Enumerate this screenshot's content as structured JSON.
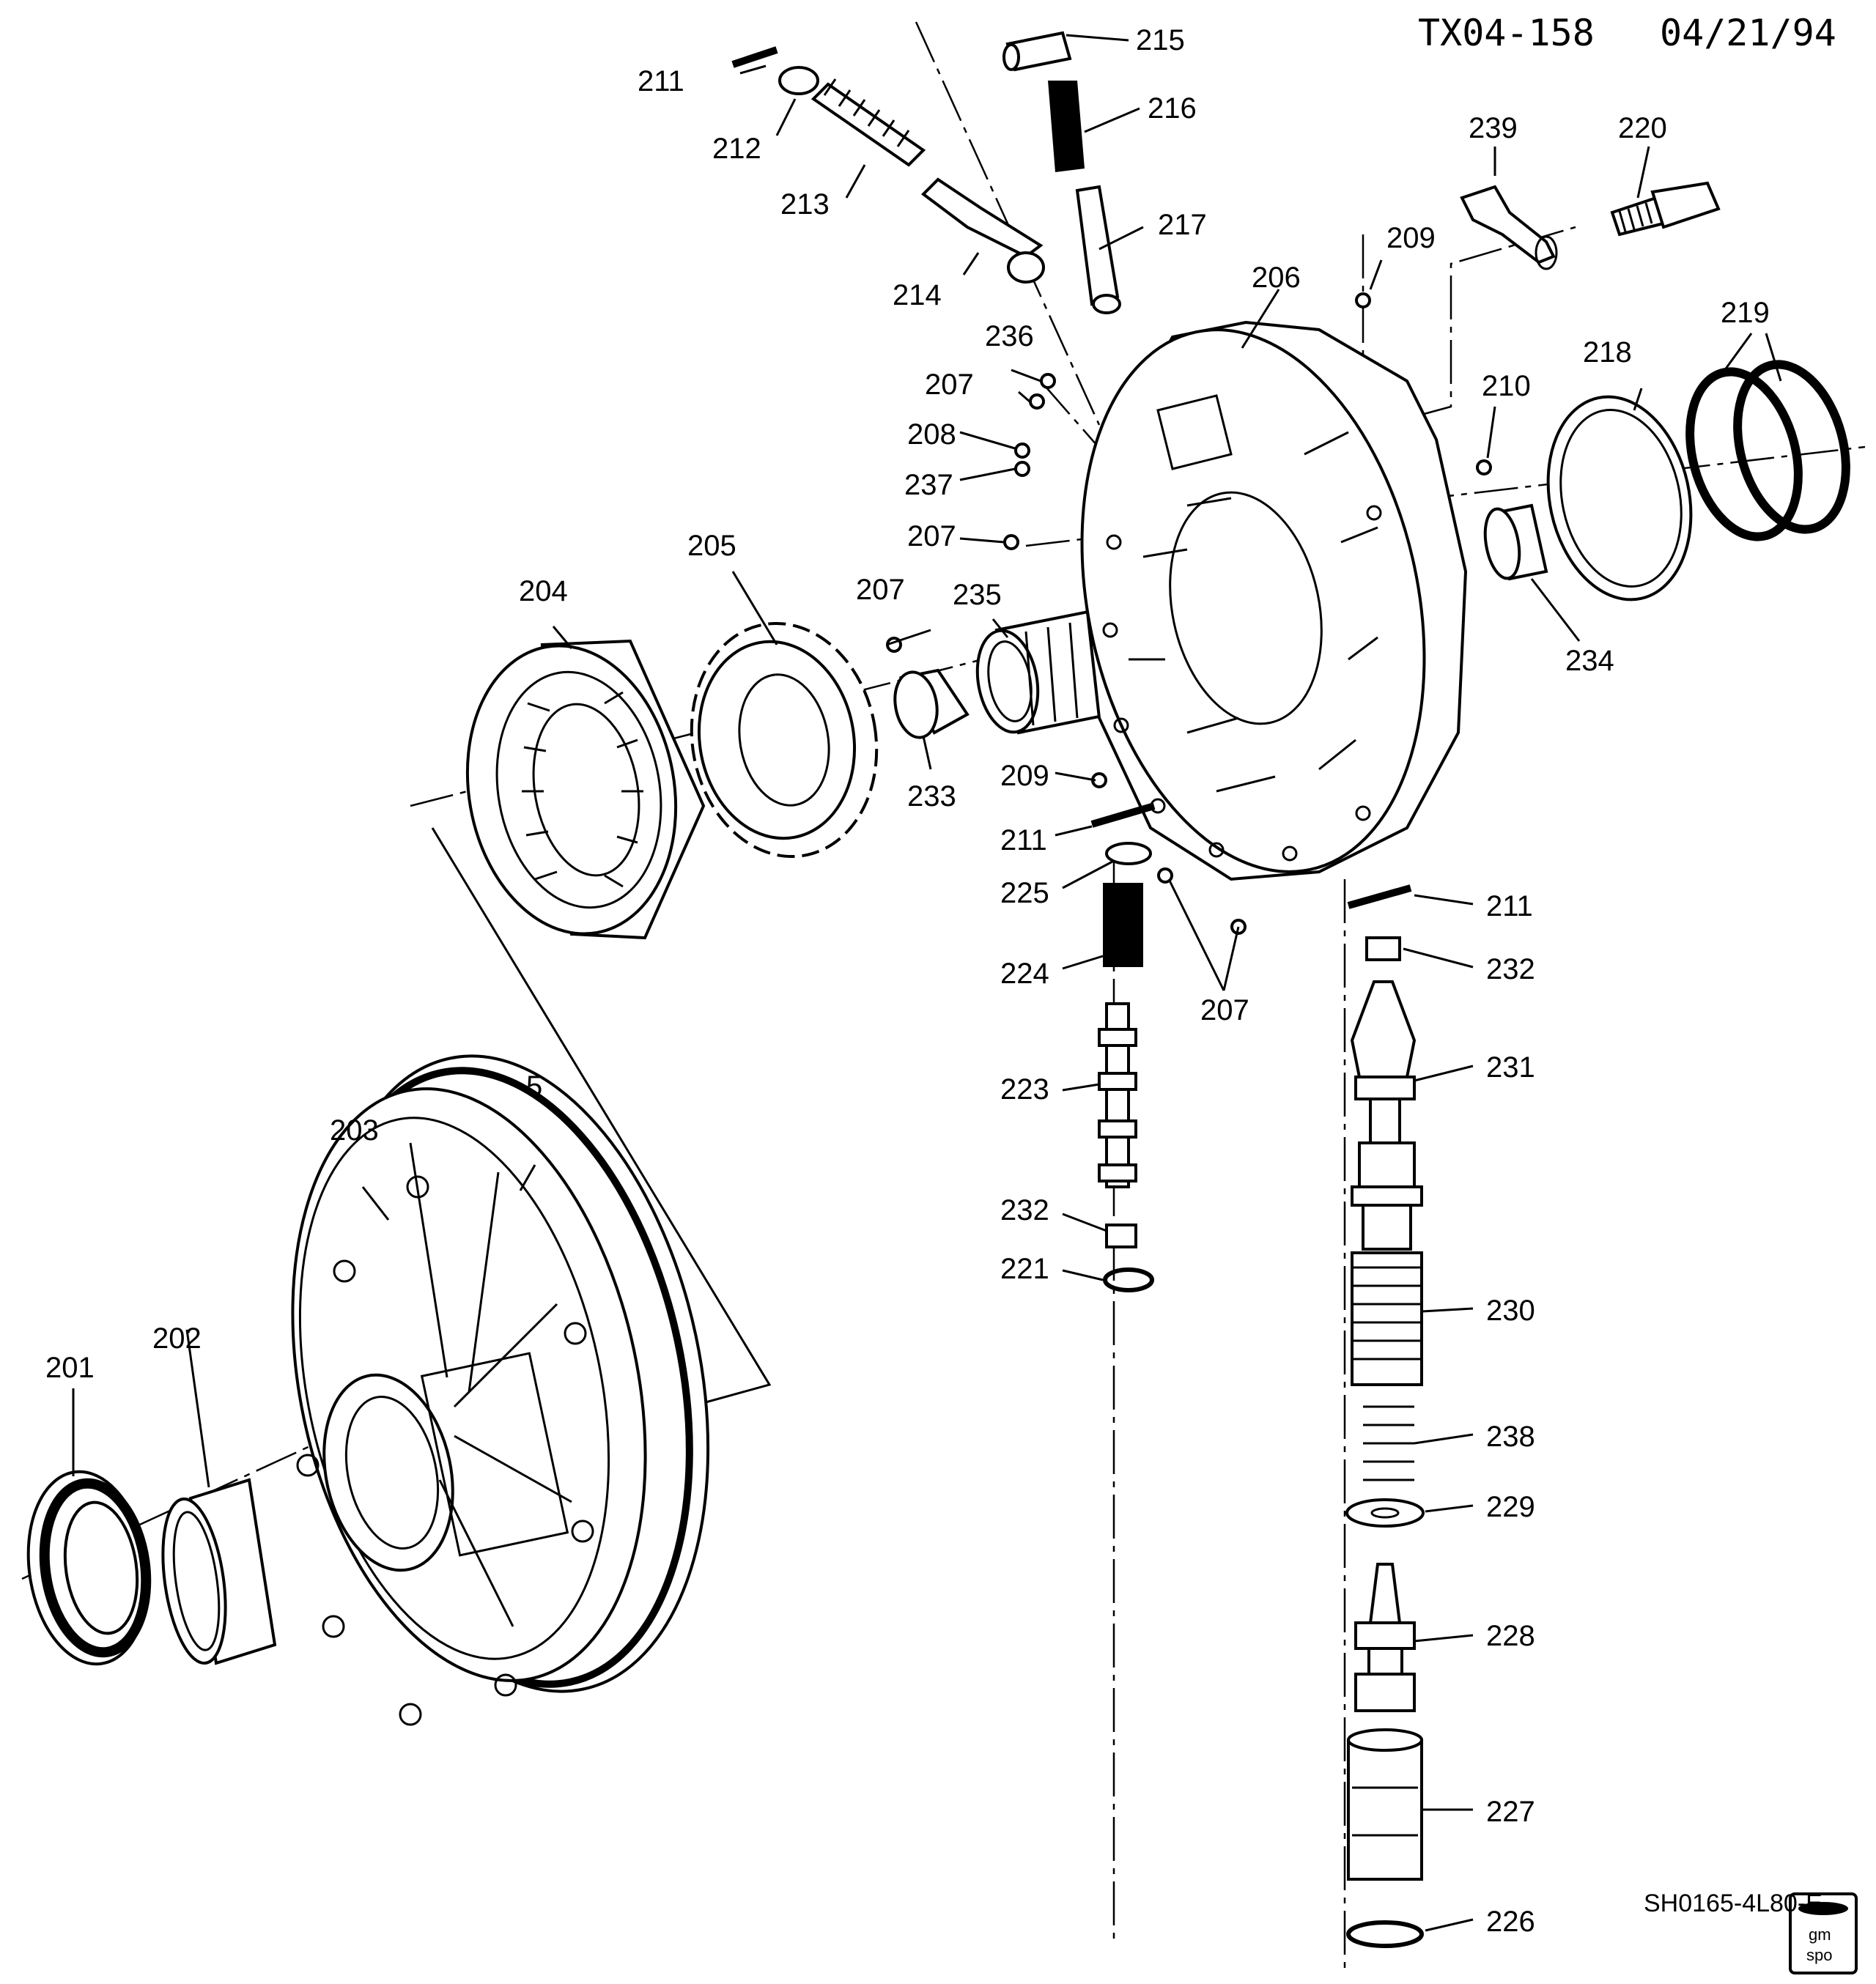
{
  "header": {
    "drawing_id": "TX04-158",
    "date": "04/21/94"
  },
  "footer": {
    "illustration_code": "SH0165-4L80-E",
    "logo_line1": "gm",
    "logo_line2": "spo"
  },
  "callouts": {
    "c201": "201",
    "c202": "202",
    "c203": "203",
    "c5": "5",
    "c204": "204",
    "c205": "205",
    "c206": "206",
    "c207a": "207",
    "c207b": "207",
    "c207c": "207",
    "c207d": "207",
    "c208": "208",
    "c209a": "209",
    "c209b": "209",
    "c210": "210",
    "c211a": "211",
    "c211b": "211",
    "c211c": "211",
    "c212": "212",
    "c213": "213",
    "c214": "214",
    "c215": "215",
    "c216": "216",
    "c217": "217",
    "c218": "218",
    "c219": "219",
    "c220": "220",
    "c221": "221",
    "c223": "223",
    "c224": "224",
    "c225": "225",
    "c226": "226",
    "c227": "227",
    "c228": "228",
    "c229": "229",
    "c230": "230",
    "c231": "231",
    "c232a": "232",
    "c232b": "232",
    "c233": "233",
    "c234": "234",
    "c235": "235",
    "c236": "236",
    "c237": "237",
    "c238": "238",
    "c239": "239"
  }
}
